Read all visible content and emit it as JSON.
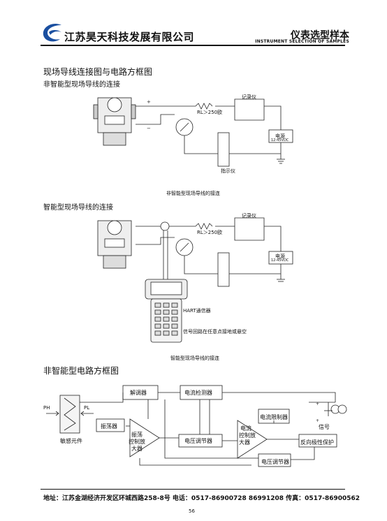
{
  "header": {
    "company": "江苏昊天科技发展有限公司",
    "catalog_title": "仪表选型样本",
    "catalog_subtitle": "INSTRUMENT SELECTION OF SAMPLES"
  },
  "section1": {
    "title": "现场导线连接图与电路方框图",
    "sub1_title": "非智能型现场导线的连接",
    "fig1": {
      "recorder": "记录仪",
      "resistor": "RL＞250欧",
      "power": "电源",
      "power_spec": "12-45VDC",
      "indicator": "指示仪",
      "caption": "非智能型现场导线的接连"
    },
    "sub2_title": "智能型现场导线的连接",
    "fig2": {
      "recorder": "记录仪",
      "resistor": "RL＞250欧",
      "power": "电源",
      "power_spec": "12-45VDC",
      "hart": "HART通信器",
      "ground_note": "信号回路在任意点接地或悬空",
      "caption": "智能型现场导线的接连"
    }
  },
  "section2": {
    "title": "非智能型电路方框图",
    "blocks": {
      "demodulator": "解调器",
      "current_detector": "电流检测器",
      "current_limiter": "电流限制器",
      "oscillator": "振荡器",
      "osc_amp_1": "振荡",
      "osc_amp_2": "控制放",
      "osc_amp_3": "大器",
      "voltage_reg_1": "电压调节器",
      "current_amp_1": "电流",
      "current_amp_2": "控制放",
      "current_amp_3": "大器",
      "reverse_protect": "反向极性保护",
      "voltage_reg_2": "电压调节器",
      "sensor": "敏感元件",
      "p_high": "PH",
      "p_low": "PL",
      "signal": "信号"
    }
  },
  "footer": {
    "address": "地址：江苏金湖经济开发区环城西路258-8号  电话：0517-86900728  86991208   传真：0517-86900562",
    "page": "56"
  }
}
